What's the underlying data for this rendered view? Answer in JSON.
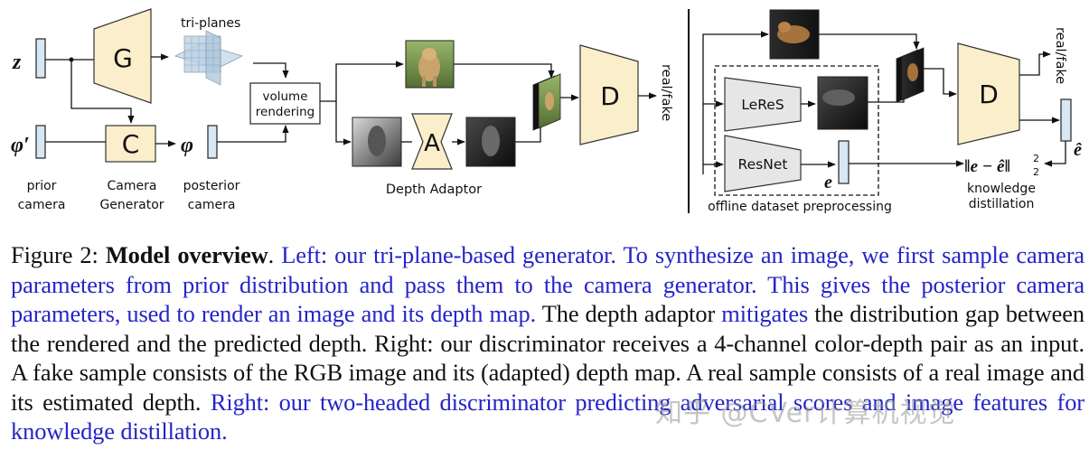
{
  "figure": {
    "left": {
      "z_label": "z",
      "G_label": "G",
      "triplanes_label": "tri-planes",
      "volume_label_1": "volume",
      "volume_label_2": "rendering",
      "phi_prime_label": "φ′",
      "C_label": "C",
      "phi_label": "φ",
      "prior_1": "prior",
      "prior_2": "camera",
      "camgen_1": "Camera",
      "camgen_2": "Generator",
      "posterior_1": "posterior",
      "posterior_2": "camera",
      "A_label": "A",
      "depth_adaptor_label": "Depth Adaptor",
      "D_label": "D",
      "realfake_label": "real/fake"
    },
    "right": {
      "leres_label": "LeReS",
      "resnet_label": "ResNet",
      "e_label": "e",
      "offline_label": "offline dataset preprocessing",
      "D_label": "D",
      "realfake_label": "real/fake",
      "e_hat_label": "ê",
      "loss_label": "‖e − ê‖",
      "loss_sup": "2",
      "loss_sub": "2",
      "kd_1": "knowledge",
      "kd_2": "distillation"
    }
  },
  "caption": {
    "prefix": "Figure 2: ",
    "title": "Model overview",
    "title_punct": ". ",
    "s_blue_1": "Left: our tri-plane-based generator. To synthesize an image, we first sample camera parameters from prior distribution and pass them to the camera generator. This gives the posterior camera parameters, used to render an image and its depth map.",
    "s_black_1": " The depth adaptor ",
    "s_blue_2": "mitigates",
    "s_black_2": " the distribution gap between the rendered and the predicted depth. Right: our discriminator receives a 4-channel color-depth pair as an input. A fake sample consists of the RGB image and its (adapted) depth map. A real sample consists of a real image and its estimated depth. ",
    "s_blue_3": "Right: our two-headed discriminator predicting adversarial scores and image features for knowledge distillation."
  },
  "watermark": "知乎 @CVer计算机视觉",
  "colors": {
    "module_fill": "#fbeecb",
    "vector_fill": "#d7e8f4",
    "caption_blue": "#2424c8",
    "grey_module": "#e6e6e6"
  }
}
